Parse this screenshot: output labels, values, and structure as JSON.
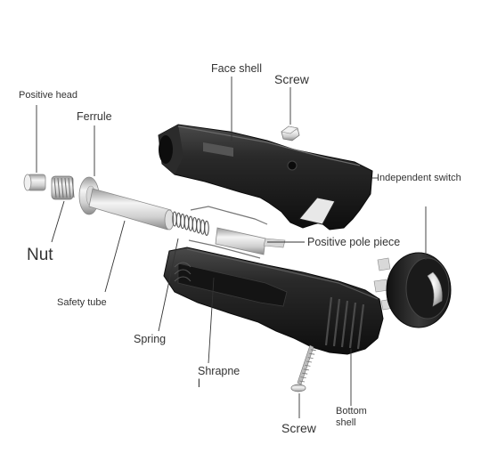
{
  "labels": {
    "face_shell": "Face shell",
    "screw_top": "Screw",
    "positive_head": "Positive head",
    "ferrule": "Ferrule",
    "independent_switch": "Independent switch",
    "nut": "Nut",
    "positive_pole_piece": "Positive pole piece",
    "safety_tube": "Safety tube",
    "spring": "Spring",
    "shrapnel_line1": "Shrapne",
    "shrapnel_line2": "l",
    "bottom_shell_line1": "Bottom",
    "bottom_shell_line2": "shell",
    "screw_bottom": "Screw"
  },
  "colors": {
    "shell_dark": "#1c1c1c",
    "shell_mid": "#3a3a3a",
    "metal_light": "#e4e4e4",
    "metal_mid": "#b8b8b8",
    "leader_line": "#333333"
  }
}
